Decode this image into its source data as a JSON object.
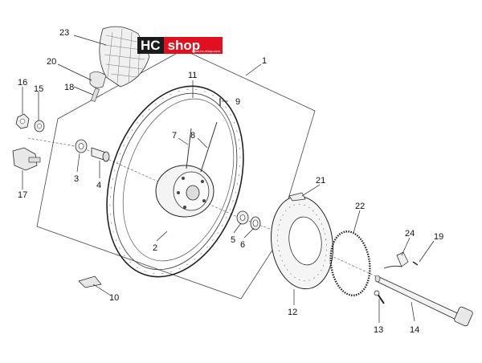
{
  "logo": {
    "part1": "HC",
    "part2": "shop",
    "tagline": "www.hc-shop.com"
  },
  "colors": {
    "logo_dark": "#1b1b1b",
    "logo_red": "#e01020",
    "line": "#222222"
  },
  "callouts": [
    "1",
    "2",
    "3",
    "4",
    "5",
    "6",
    "7",
    "8",
    "9",
    "10",
    "11",
    "12",
    "13",
    "14",
    "15",
    "16",
    "17",
    "18",
    "19",
    "20",
    "21",
    "22",
    "23",
    "24"
  ]
}
